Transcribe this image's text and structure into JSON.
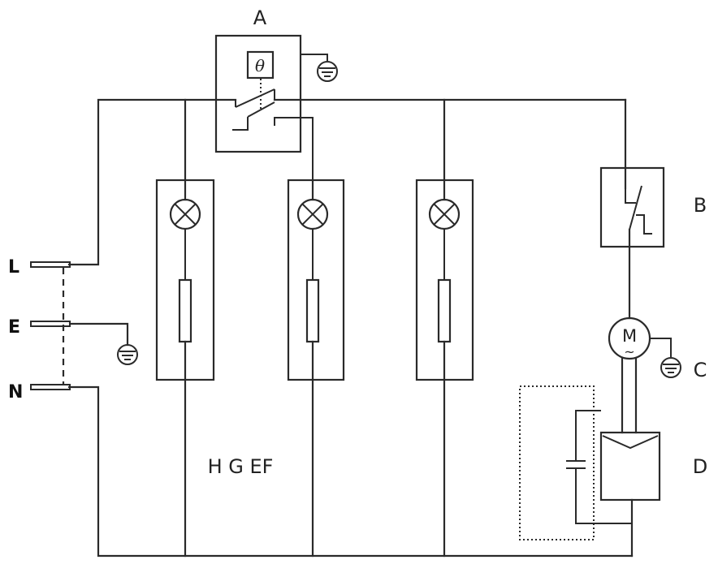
{
  "labels": {
    "thermostat": "A",
    "switch_b": "B",
    "ground_c": "C",
    "compressor_d": "D",
    "lamps": "H G EF"
  },
  "terminals": {
    "live": "L",
    "earth": "E",
    "neutral": "N"
  },
  "symbols": {
    "thermostat_sensor": "θ",
    "motor": "M",
    "motor_ac": "~"
  }
}
